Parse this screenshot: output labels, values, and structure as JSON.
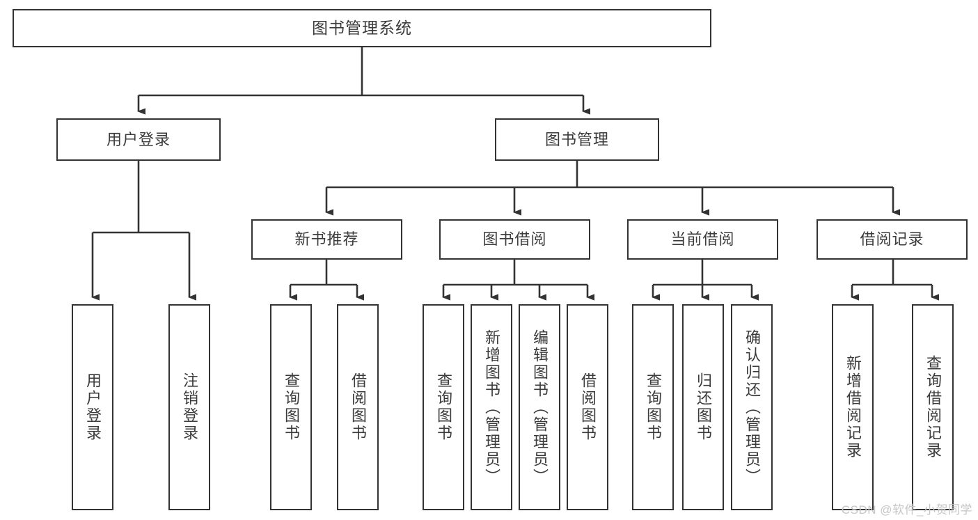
{
  "diagram": {
    "title": "图书管理系统",
    "type": "tree",
    "root": {
      "id": "root",
      "label": "图书管理系统"
    },
    "level1": [
      {
        "id": "user-login",
        "label": "用户登录"
      },
      {
        "id": "book-manage",
        "label": "图书管理"
      }
    ],
    "level2": [
      {
        "id": "new-book-recommend",
        "label": "新书推荐",
        "parent": "book-manage"
      },
      {
        "id": "book-borrow",
        "label": "图书借阅",
        "parent": "book-manage"
      },
      {
        "id": "current-borrow",
        "label": "当前借阅",
        "parent": "book-manage"
      },
      {
        "id": "borrow-record",
        "label": "借阅记录",
        "parent": "book-manage"
      }
    ],
    "leaves": [
      {
        "id": "leaf-user-login",
        "label": "用户登录",
        "parent": "user-login"
      },
      {
        "id": "leaf-logout",
        "label": "注销登录",
        "parent": "user-login"
      },
      {
        "id": "leaf-query-book-rec",
        "label": "查询图书",
        "parent": "new-book-recommend"
      },
      {
        "id": "leaf-borrow-book-rec",
        "label": "借阅图书",
        "parent": "new-book-recommend"
      },
      {
        "id": "leaf-query-book-bor",
        "label": "查询图书",
        "parent": "book-borrow"
      },
      {
        "id": "leaf-add-book",
        "label": "新增图书（管理员）",
        "parent": "book-borrow"
      },
      {
        "id": "leaf-edit-book",
        "label": "编辑图书（管理员）",
        "parent": "book-borrow"
      },
      {
        "id": "leaf-borrow-book-bor",
        "label": "借阅图书",
        "parent": "book-borrow"
      },
      {
        "id": "leaf-query-book-cur",
        "label": "查询图书",
        "parent": "current-borrow"
      },
      {
        "id": "leaf-return-book",
        "label": "归还图书",
        "parent": "current-borrow"
      },
      {
        "id": "leaf-confirm-return",
        "label": "确认归还（管理员）",
        "parent": "current-borrow"
      },
      {
        "id": "leaf-add-record",
        "label": "新增借阅记录",
        "parent": "borrow-record"
      },
      {
        "id": "leaf-query-record",
        "label": "查询借阅记录",
        "parent": "borrow-record"
      }
    ],
    "colors": {
      "stroke": "#333333",
      "text": "#3b3b3b",
      "background": "#ffffff",
      "watermark": "#c6c6c6"
    }
  },
  "watermark": {
    "text": "CSDN @软件_小贺同学"
  }
}
